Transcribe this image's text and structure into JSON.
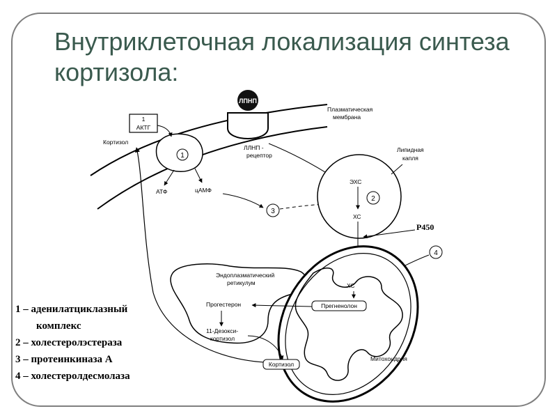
{
  "title": "Внутриклеточная локализация синтеза кортизола:",
  "diagram": {
    "labels": {
      "ldl": "ЛПНП",
      "plasma_membrane_1": "Плазматическая",
      "plasma_membrane_2": "мембрана",
      "lipid_droplet_1": "Липидная",
      "lipid_droplet_2": "капля",
      "ldl_receptor_1": "ЛЛНП -",
      "ldl_receptor_2": "рецептор",
      "acth_num": "1",
      "acth": "АКТГ",
      "cortisol": "Кортизол",
      "enzyme_1": "1",
      "atp": "АТФ",
      "camp": "цАМФ",
      "enzyme_3": "3",
      "ehs": "ЭХС",
      "enzyme_2": "2",
      "hs_droplet": "ХС",
      "p450": "P450",
      "enzyme_4": "4",
      "er_1": "Эндоплазматический",
      "er_2": "ретикулум",
      "progesterone": "Прогестерон",
      "deoxycortisol_1": "11-Дезокси-",
      "deoxycortisol_2": "кортизол",
      "hs_mito": "ХС",
      "pregnenolone": "Прегненолон",
      "cortisol_mito": "Кортизол",
      "mitochondria": "Митохондрия"
    }
  },
  "legend": {
    "line1a": "1 – аденилатциклазный",
    "line1b": "комплекс",
    "line2": "2 – холестеролэстераза",
    "line3": "3 – протеинкиназа А",
    "line4": "4 – холестеролдесмолаза"
  }
}
